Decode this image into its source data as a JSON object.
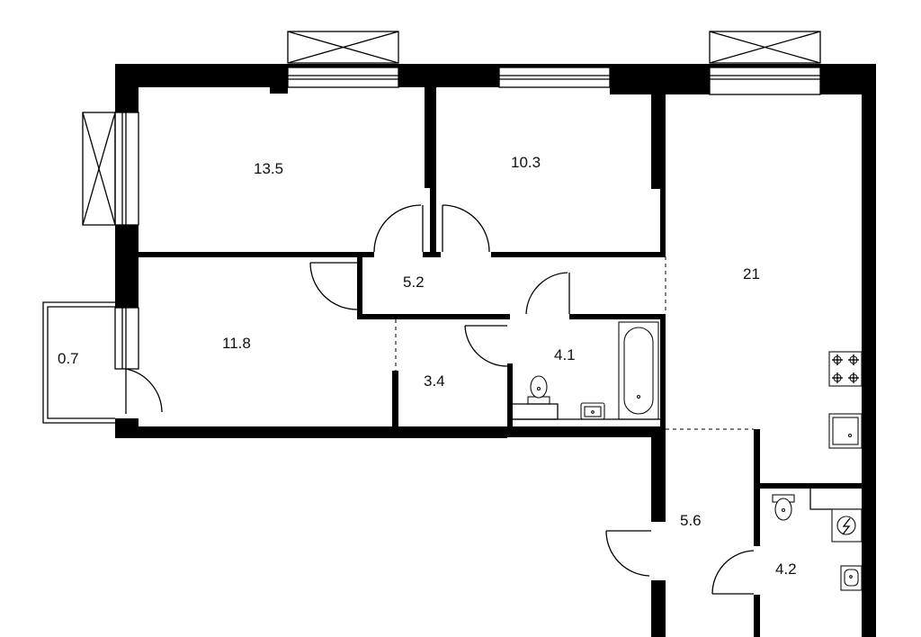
{
  "plan": {
    "rooms": [
      {
        "id": "bedroom-1",
        "area": "13.5"
      },
      {
        "id": "bedroom-2",
        "area": "10.3"
      },
      {
        "id": "living-kitchen",
        "area": "21"
      },
      {
        "id": "corridor",
        "area": "5.2"
      },
      {
        "id": "bedroom-3",
        "area": "11.8"
      },
      {
        "id": "balcony",
        "area": "0.7"
      },
      {
        "id": "wardrobe",
        "area": "3.4"
      },
      {
        "id": "bathroom",
        "area": "4.1"
      },
      {
        "id": "hallway",
        "area": "5.6"
      },
      {
        "id": "toilet",
        "area": "4.2"
      }
    ]
  }
}
